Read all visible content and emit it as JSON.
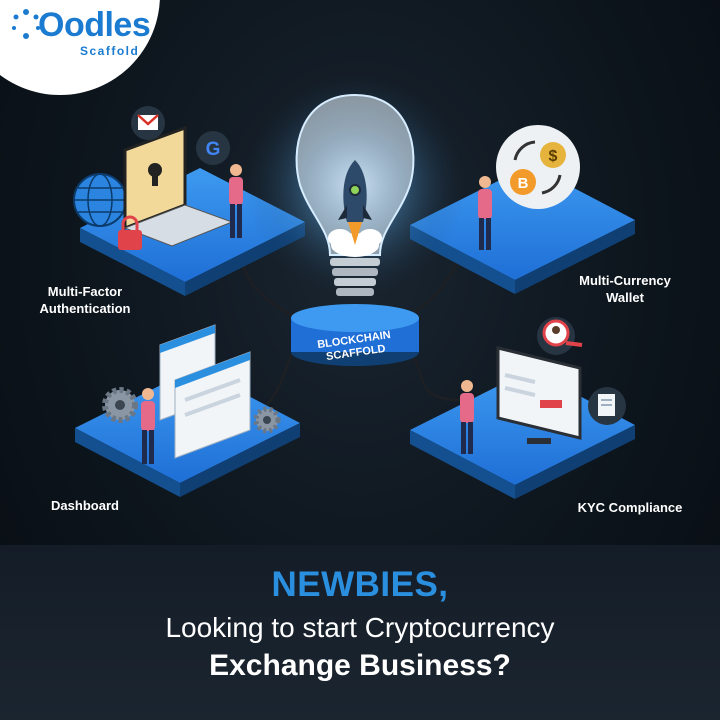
{
  "logo": {
    "name": "Oodles",
    "sub": "Scaffold"
  },
  "hub": {
    "line1": "BLOCKCHAIN",
    "line2": "SCAFFOLD"
  },
  "features": {
    "mfa": {
      "line1": "Multi-Factor",
      "line2": "Authentication"
    },
    "wallet": {
      "line1": "Multi-Currency",
      "line2": "Wallet"
    },
    "dashboard": {
      "label": "Dashboard"
    },
    "kyc": {
      "label": "KYC Compliance"
    }
  },
  "banner": {
    "line1": "NEWBIES,",
    "line2": "Looking to start Cryptocurrency",
    "line3": "Exchange Business?"
  },
  "colors": {
    "accent": "#2b8fe0",
    "platform": "#1f6fd6",
    "background": "#0d151d"
  }
}
